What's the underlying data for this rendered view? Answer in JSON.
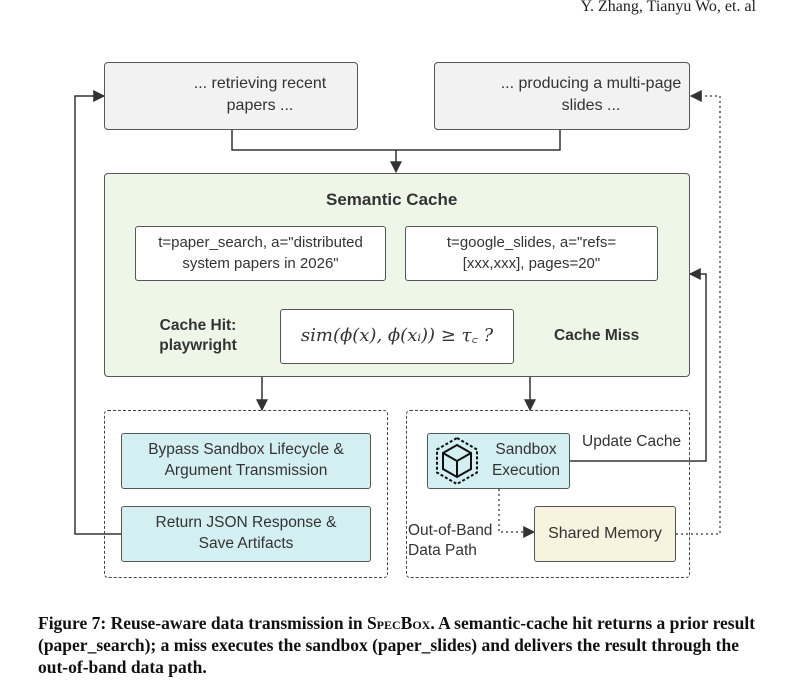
{
  "header": {
    "running_title": "Y. Zhang, Tianyu Wo, et. al"
  },
  "agents": {
    "left": {
      "text": "... retrieving recent papers ...",
      "icon": "robot-icon"
    },
    "right": {
      "text": "... producing a multi-page slides ...",
      "icon": "robot-icon"
    }
  },
  "cache": {
    "title": "Semantic Cache",
    "entry_left": "t=paper_search, a=\"distributed system papers in 2026\"",
    "entry_right": "t=google_slides, a=\"refs=[xxx,xxx], pages=20\"",
    "hit_label": "Cache Hit: playwright",
    "miss_label": "Cache Miss",
    "formula": "sim(ϕ(x), ϕ(xᵢ)) ≥ τ꜀ ?"
  },
  "hit_path": {
    "bypass": "Bypass Sandbox Lifecycle & Argument Transmission",
    "return": "Return JSON Response & Save Artifacts"
  },
  "miss_path": {
    "sandbox": "Sandbox Execution",
    "update_cache": "Update Cache",
    "shared_memory": "Shared Memory",
    "out_of_band": "Out-of-Band Data Path"
  },
  "caption": {
    "prefix": "Figure 7: Reuse-aware data transmission in ",
    "system": "SpecBox",
    "body": ". A semantic-cache hit returns a prior result (paper_search); a miss executes the sandbox (paper_slides) and delivers the result through the out-of-band data path."
  },
  "colors": {
    "cache_bg": "#eef6e8",
    "teal_bg": "#d4eff1",
    "cream_bg": "#f8f3de",
    "agent_bg": "#f2f2f2"
  }
}
